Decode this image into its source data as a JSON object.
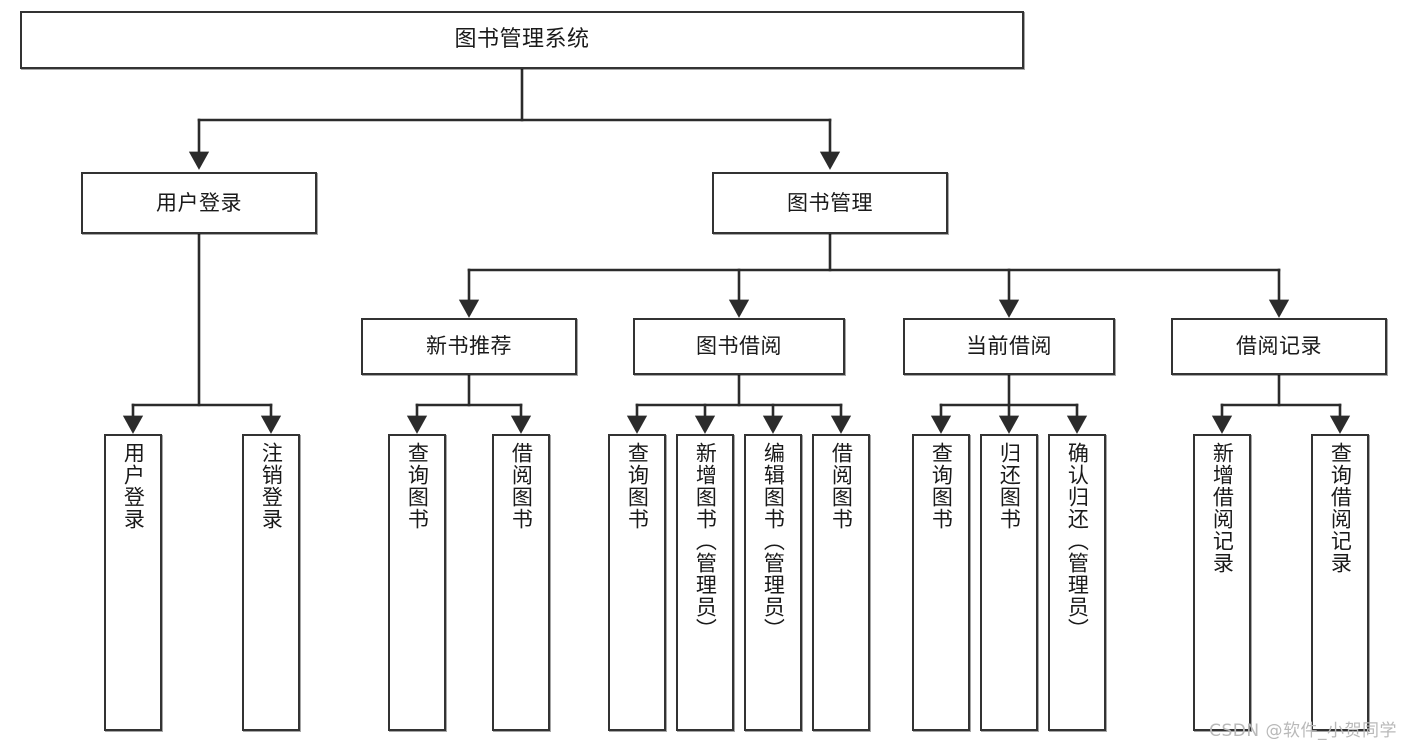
{
  "diagram": {
    "type": "tree",
    "title": "图书管理系统",
    "root": {
      "label": "图书管理系统"
    },
    "level2": [
      {
        "label": "用户登录"
      },
      {
        "label": "图书管理"
      }
    ],
    "level3": [
      {
        "label": "新书推荐"
      },
      {
        "label": "图书借阅"
      },
      {
        "label": "当前借阅"
      },
      {
        "label": "借阅记录"
      }
    ],
    "leaves": {
      "user_login": [
        {
          "label": "用户登录"
        },
        {
          "label": "注销登录"
        }
      ],
      "new_book_recommend": [
        {
          "label": "查询图书"
        },
        {
          "label": "借阅图书"
        }
      ],
      "book_borrow": [
        {
          "label": "查询图书"
        },
        {
          "label": "新增图书（管理员）"
        },
        {
          "label": "编辑图书（管理员）"
        },
        {
          "label": "借阅图书"
        }
      ],
      "current_borrow": [
        {
          "label": "查询图书"
        },
        {
          "label": "归还图书"
        },
        {
          "label": "确认归还（管理员）"
        }
      ],
      "borrow_records": [
        {
          "label": "新增借阅记录"
        },
        {
          "label": "查询借阅记录"
        }
      ]
    },
    "watermark": "CSDN @软件_小贺同学",
    "colors": {
      "background": "#ffffff",
      "box_border": "#333333",
      "edge": "#2b2b2b",
      "text": "#1a1a1a",
      "watermark": "#b9b9b9"
    }
  }
}
